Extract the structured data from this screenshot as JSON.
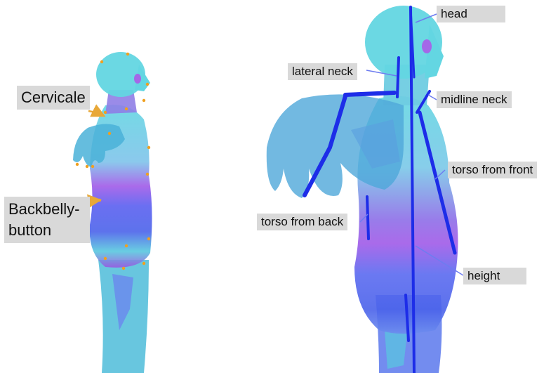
{
  "left_figure": {
    "labels": {
      "cervicale": "Cervicale",
      "backbelly_line1": "Backbelly-",
      "backbelly_line2": "button"
    }
  },
  "right_figure": {
    "labels": {
      "head": "head",
      "lateral_neck": "lateral neck",
      "midline_neck": "midline neck",
      "torso_front": "torso from front",
      "torso_back": "torso from back",
      "height": "height"
    }
  },
  "colors": {
    "body_cyan": "#5fd3e0",
    "body_purple": "#9b59e6",
    "body_blue": "#4a5fe8",
    "measure_line": "#1d2de8",
    "landmark_arrow": "#e8a838",
    "landmark_dot": "#f0a020",
    "label_bg": "#d9d9d9"
  }
}
